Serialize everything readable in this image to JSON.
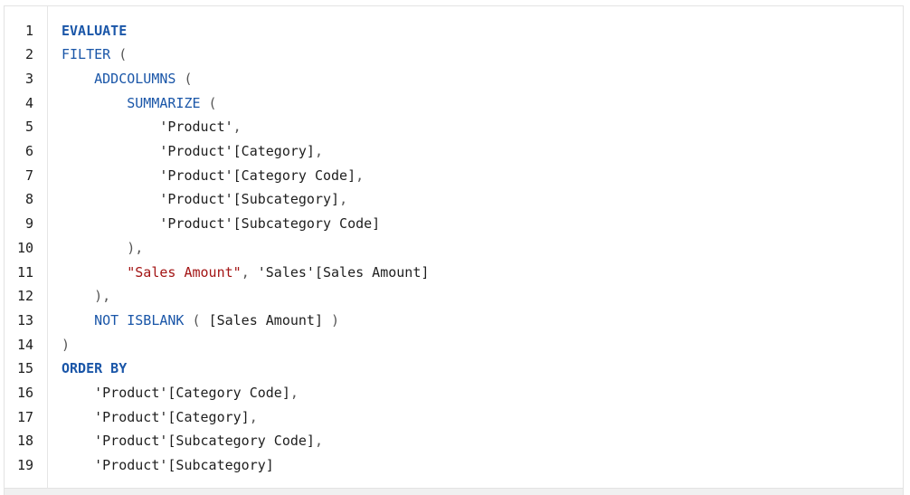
{
  "editor": {
    "lines": [
      {
        "num": "1",
        "indent": "",
        "tokens": [
          {
            "t": "kwb",
            "v": "EVALUATE"
          }
        ]
      },
      {
        "num": "2",
        "indent": "",
        "tokens": [
          {
            "t": "kw",
            "v": "FILTER"
          },
          {
            "t": "pn",
            "v": " ("
          }
        ]
      },
      {
        "num": "3",
        "indent": "    ",
        "tokens": [
          {
            "t": "kw",
            "v": "ADDCOLUMNS"
          },
          {
            "t": "pn",
            "v": " ("
          }
        ]
      },
      {
        "num": "4",
        "indent": "        ",
        "tokens": [
          {
            "t": "kw",
            "v": "SUMMARIZE"
          },
          {
            "t": "pn",
            "v": " ("
          }
        ]
      },
      {
        "num": "5",
        "indent": "            ",
        "tokens": [
          {
            "t": "tx",
            "v": "'Product'"
          },
          {
            "t": "pn",
            "v": ","
          }
        ]
      },
      {
        "num": "6",
        "indent": "            ",
        "tokens": [
          {
            "t": "tx",
            "v": "'Product'[Category]"
          },
          {
            "t": "pn",
            "v": ","
          }
        ]
      },
      {
        "num": "7",
        "indent": "            ",
        "tokens": [
          {
            "t": "tx",
            "v": "'Product'[Category Code]"
          },
          {
            "t": "pn",
            "v": ","
          }
        ]
      },
      {
        "num": "8",
        "indent": "            ",
        "tokens": [
          {
            "t": "tx",
            "v": "'Product'[Subcategory]"
          },
          {
            "t": "pn",
            "v": ","
          }
        ]
      },
      {
        "num": "9",
        "indent": "            ",
        "tokens": [
          {
            "t": "tx",
            "v": "'Product'[Subcategory Code]"
          }
        ]
      },
      {
        "num": "10",
        "indent": "        ",
        "tokens": [
          {
            "t": "pn",
            "v": "),"
          }
        ]
      },
      {
        "num": "11",
        "indent": "        ",
        "tokens": [
          {
            "t": "str",
            "v": "\"Sales Amount\""
          },
          {
            "t": "pn",
            "v": ", "
          },
          {
            "t": "tx",
            "v": "'Sales'[Sales Amount]"
          }
        ]
      },
      {
        "num": "12",
        "indent": "    ",
        "tokens": [
          {
            "t": "pn",
            "v": "),"
          }
        ]
      },
      {
        "num": "13",
        "indent": "    ",
        "tokens": [
          {
            "t": "kw",
            "v": "NOT ISBLANK"
          },
          {
            "t": "pn",
            "v": " ( "
          },
          {
            "t": "tx",
            "v": "[Sales Amount]"
          },
          {
            "t": "pn",
            "v": " )"
          }
        ]
      },
      {
        "num": "14",
        "indent": "",
        "tokens": [
          {
            "t": "pn",
            "v": ")"
          }
        ]
      },
      {
        "num": "15",
        "indent": "",
        "tokens": [
          {
            "t": "kwb",
            "v": "ORDER BY"
          }
        ]
      },
      {
        "num": "16",
        "indent": "    ",
        "tokens": [
          {
            "t": "tx",
            "v": "'Product'[Category Code]"
          },
          {
            "t": "pn",
            "v": ","
          }
        ]
      },
      {
        "num": "17",
        "indent": "    ",
        "tokens": [
          {
            "t": "tx",
            "v": "'Product'[Category]"
          },
          {
            "t": "pn",
            "v": ","
          }
        ]
      },
      {
        "num": "18",
        "indent": "    ",
        "tokens": [
          {
            "t": "tx",
            "v": "'Product'[Subcategory Code]"
          },
          {
            "t": "pn",
            "v": ","
          }
        ]
      },
      {
        "num": "19",
        "indent": "    ",
        "tokens": [
          {
            "t": "tx",
            "v": "'Product'[Subcategory]"
          }
        ]
      }
    ]
  },
  "colors": {
    "keyword": "#1a56a8",
    "string": "#a31515",
    "text": "#1e1e1e",
    "punctuation": "#555555"
  }
}
